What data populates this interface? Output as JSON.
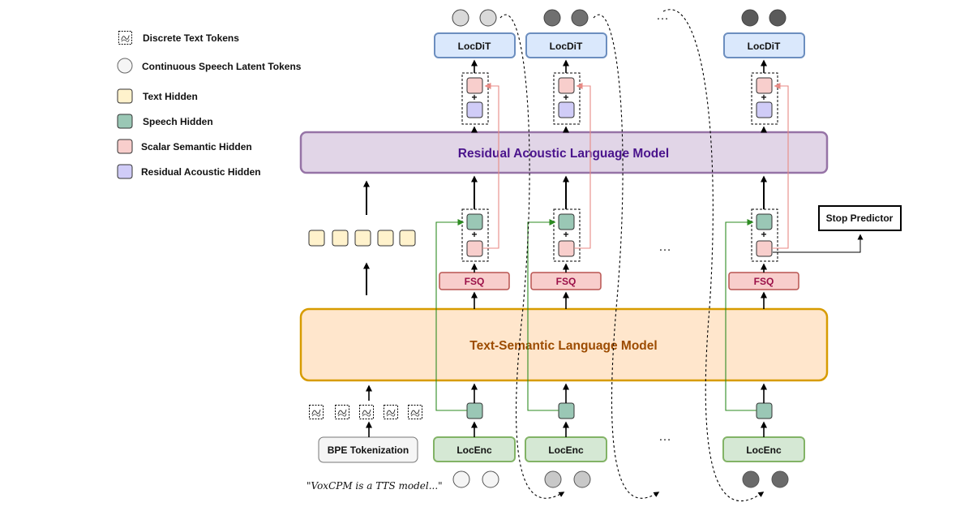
{
  "legend": {
    "discrete_text_tokens": "Discrete Text Tokens",
    "continuous_speech_latent_tokens": "Continuous Speech Latent Tokens",
    "text_hidden": "Text Hidden",
    "speech_hidden": "Speech Hidden",
    "scalar_semantic_hidden": "Scalar Semantic Hidden",
    "residual_acoustic_hidden": "Residual Acoustic Hidden"
  },
  "models": {
    "residual_acoustic": "Residual Acoustic Language Model",
    "text_semantic": "Text-Semantic Language Model"
  },
  "blocks": {
    "locdit": "LocDiT",
    "locenc": "LocEnc",
    "fsq": "FSQ",
    "plus": "+",
    "stop_predictor": "Stop Predictor",
    "bpe_tokenization": "BPE Tokenization"
  },
  "input_text": "\"VoxCPM is a TTS model...\"",
  "ellipsis": "…",
  "colors": {
    "text_hidden": "#fff2cc",
    "speech_hidden": "#9ac7b5",
    "scalar_semantic_hidden": "#f8cecc",
    "residual_acoustic_hidden": "#d0ccf7",
    "locdit_fill": "#dae8fc",
    "locdit_stroke": "#6c8ebf",
    "locenc_fill": "#d5e8d4",
    "locenc_stroke": "#82b366",
    "fsq_fill": "#f8cecc",
    "fsq_stroke": "#b85450",
    "rlm_fill": "#e1d5e7",
    "rlm_stroke": "#9673a6",
    "tslm_fill": "#ffe6cc",
    "tslm_stroke": "#d79b00"
  }
}
